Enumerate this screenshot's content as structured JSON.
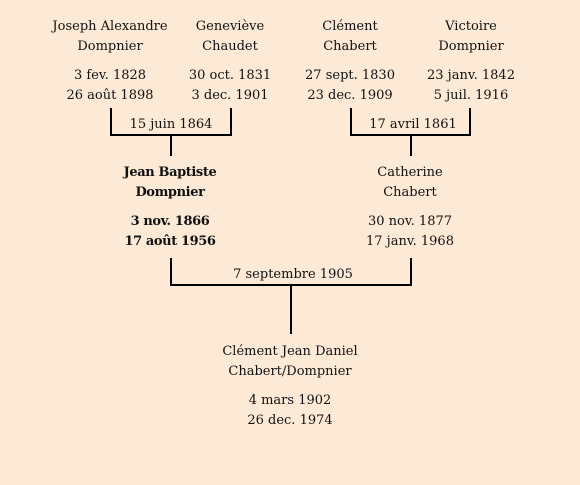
{
  "people": {
    "joseph": {
      "name1": "Joseph Alexandre",
      "name2": "Dompnier",
      "birth": "3 fev. 1828",
      "death": "26 août 1898"
    },
    "genevieve": {
      "name1": "Geneviève",
      "name2": "Chaudet",
      "birth": "30 oct. 1831",
      "death": "3 dec. 1901"
    },
    "clement_c": {
      "name1": "Clément",
      "name2": "Chabert",
      "birth": "27 sept. 1830",
      "death": "23 dec. 1909"
    },
    "victoire": {
      "name1": "Victoire",
      "name2": "Dompnier",
      "birth": "23 janv. 1842",
      "death": "5 juil. 1916"
    },
    "jean": {
      "name1": "Jean Baptiste",
      "name2": "Dompnier",
      "birth": "3 nov. 1866",
      "death": "17 août 1956"
    },
    "catherine": {
      "name1": "Catherine",
      "name2": "Chabert",
      "birth": "30 nov. 1877",
      "death": "17 janv. 1968"
    },
    "clement_jd": {
      "name1": "Clément Jean Daniel",
      "name2": "Chabert/Dompnier",
      "birth": "4 mars 1902",
      "death": "26 dec. 1974"
    }
  },
  "marriages": {
    "m1": "15 juin 1864",
    "m2": "17 avril 1861",
    "m3": "7 septembre 1905"
  }
}
